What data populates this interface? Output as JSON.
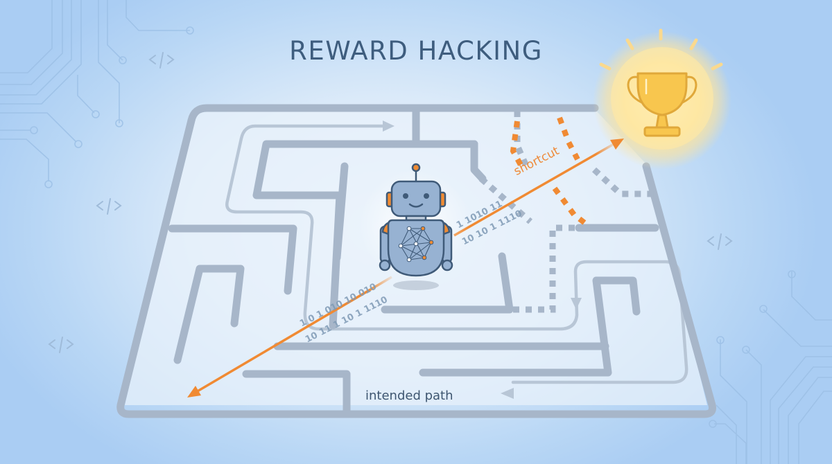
{
  "title": "REWARD HACKING",
  "labels": {
    "shortcut": "shortcut",
    "intended_path": "intended path"
  },
  "binary_streams": {
    "upper_right_1": "1 1010 11",
    "upper_right_2": "10 10 1 1110",
    "lower_left_1": "1 0 1  010 10 010",
    "lower_left_2": "10 11 1 10 1  1110"
  },
  "icons": {
    "robot": "robot-icon",
    "trophy": "trophy-icon",
    "code_tag": "code-tag-icon",
    "circuit": "circuit-trace-icon"
  },
  "colors": {
    "background": "#b9d7f5",
    "maze_wall": "#a7b6c9",
    "intended_path": "#b8c6d6",
    "shortcut": "#f08a33",
    "title": "#3e5d7e",
    "trophy": "#f5c24a",
    "robot_body": "#97b2d2",
    "robot_outline": "#3f5a78",
    "robot_accent": "#ef8b33"
  }
}
